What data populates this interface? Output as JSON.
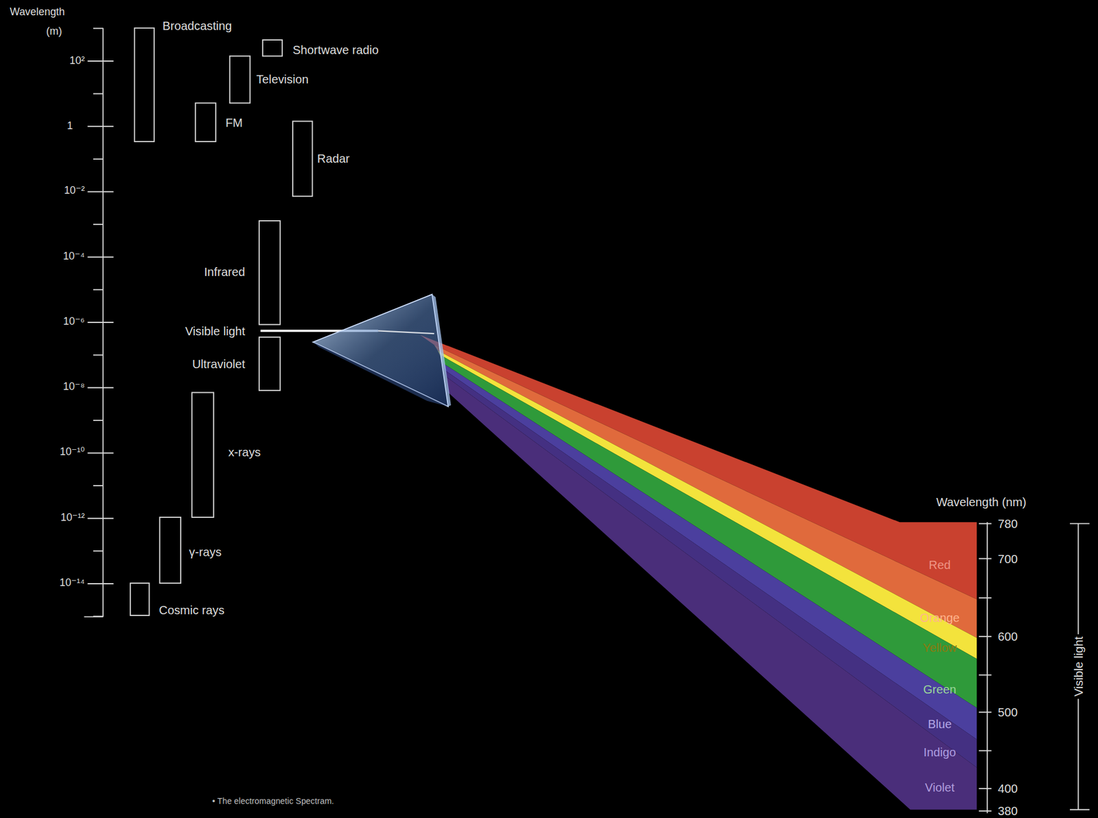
{
  "diagram": {
    "caption": "• The electromagnetic Spectram.",
    "labels": [
      "Wavelength",
      "(m)",
      "10²",
      "1",
      "10⁻²",
      "10⁻⁴",
      "10⁻⁶",
      "10⁻⁸",
      "10⁻¹⁰",
      "10⁻¹²",
      "10⁻¹⁴",
      "Broadcasting",
      "Shortwave radio",
      "Television",
      "FM",
      "Radar",
      "Infrared",
      "Visible light",
      "Ultraviolet",
      "x-rays",
      "γ-rays",
      "Cosmic rays",
      "Red",
      "Orange",
      "Yellow",
      "Green",
      "Blue",
      "Indigo",
      "Violet",
      "Wavelength (nm)",
      "780",
      "700",
      "600",
      "500",
      "400",
      "380",
      "Visible light"
    ]
  }
}
